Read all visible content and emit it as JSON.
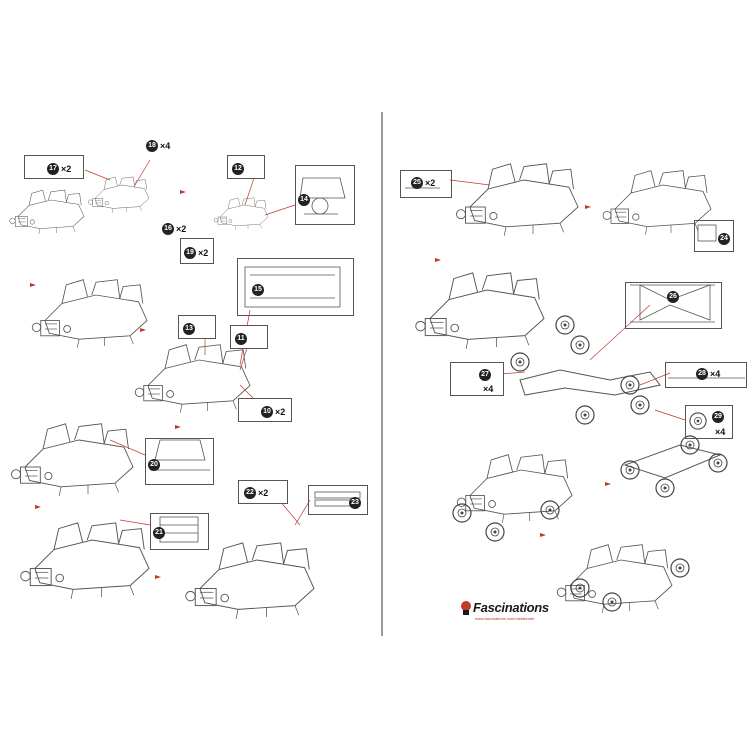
{
  "brand": {
    "name": "Fascinations",
    "url": "www.fascinations.com/metalearth"
  },
  "steps": [
    {
      "num": "17",
      "qty": "×2"
    },
    {
      "num": "18",
      "qty": "×4"
    },
    {
      "num": "19",
      "qty": "×2"
    },
    {
      "num": "16",
      "qty": "×2"
    },
    {
      "num": "12",
      "qty": ""
    },
    {
      "num": "14",
      "qty": ""
    },
    {
      "num": "15",
      "qty": ""
    },
    {
      "num": "13",
      "qty": ""
    },
    {
      "num": "11",
      "qty": ""
    },
    {
      "num": "10",
      "qty": "×2"
    },
    {
      "num": "20",
      "qty": ""
    },
    {
      "num": "21",
      "qty": ""
    },
    {
      "num": "22",
      "qty": "×2"
    },
    {
      "num": "23",
      "qty": ""
    },
    {
      "num": "25",
      "qty": "×2"
    },
    {
      "num": "24",
      "qty": ""
    },
    {
      "num": "26",
      "qty": ""
    },
    {
      "num": "27",
      "qty": "×4"
    },
    {
      "num": "28",
      "qty": "×4"
    },
    {
      "num": "29",
      "qty": "×4"
    }
  ],
  "colors": {
    "line": "#444444",
    "accent": "#c0392b",
    "badge": "#222222"
  }
}
